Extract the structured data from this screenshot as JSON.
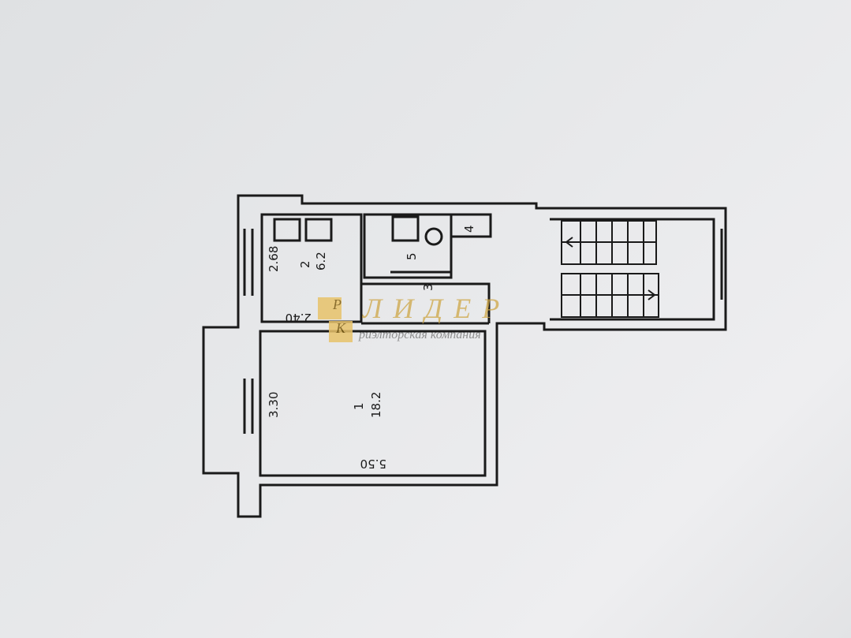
{
  "plan": {
    "rooms": [
      {
        "number": "1",
        "area": "18.2"
      },
      {
        "number": "2",
        "area": "6.2"
      },
      {
        "number": "3"
      },
      {
        "number": "4"
      },
      {
        "number": "5"
      }
    ],
    "dimensions": {
      "kitchen_width": "2.68",
      "kitchen_length": "2.40",
      "room_width": "3.30",
      "room_length": "5.50"
    }
  },
  "watermark": {
    "brand": "ЛИДЕР",
    "subtitle": "риэлторская компания",
    "logo_top": "Р",
    "logo_bottom": "К",
    "logo_color": "#e8c36a"
  }
}
